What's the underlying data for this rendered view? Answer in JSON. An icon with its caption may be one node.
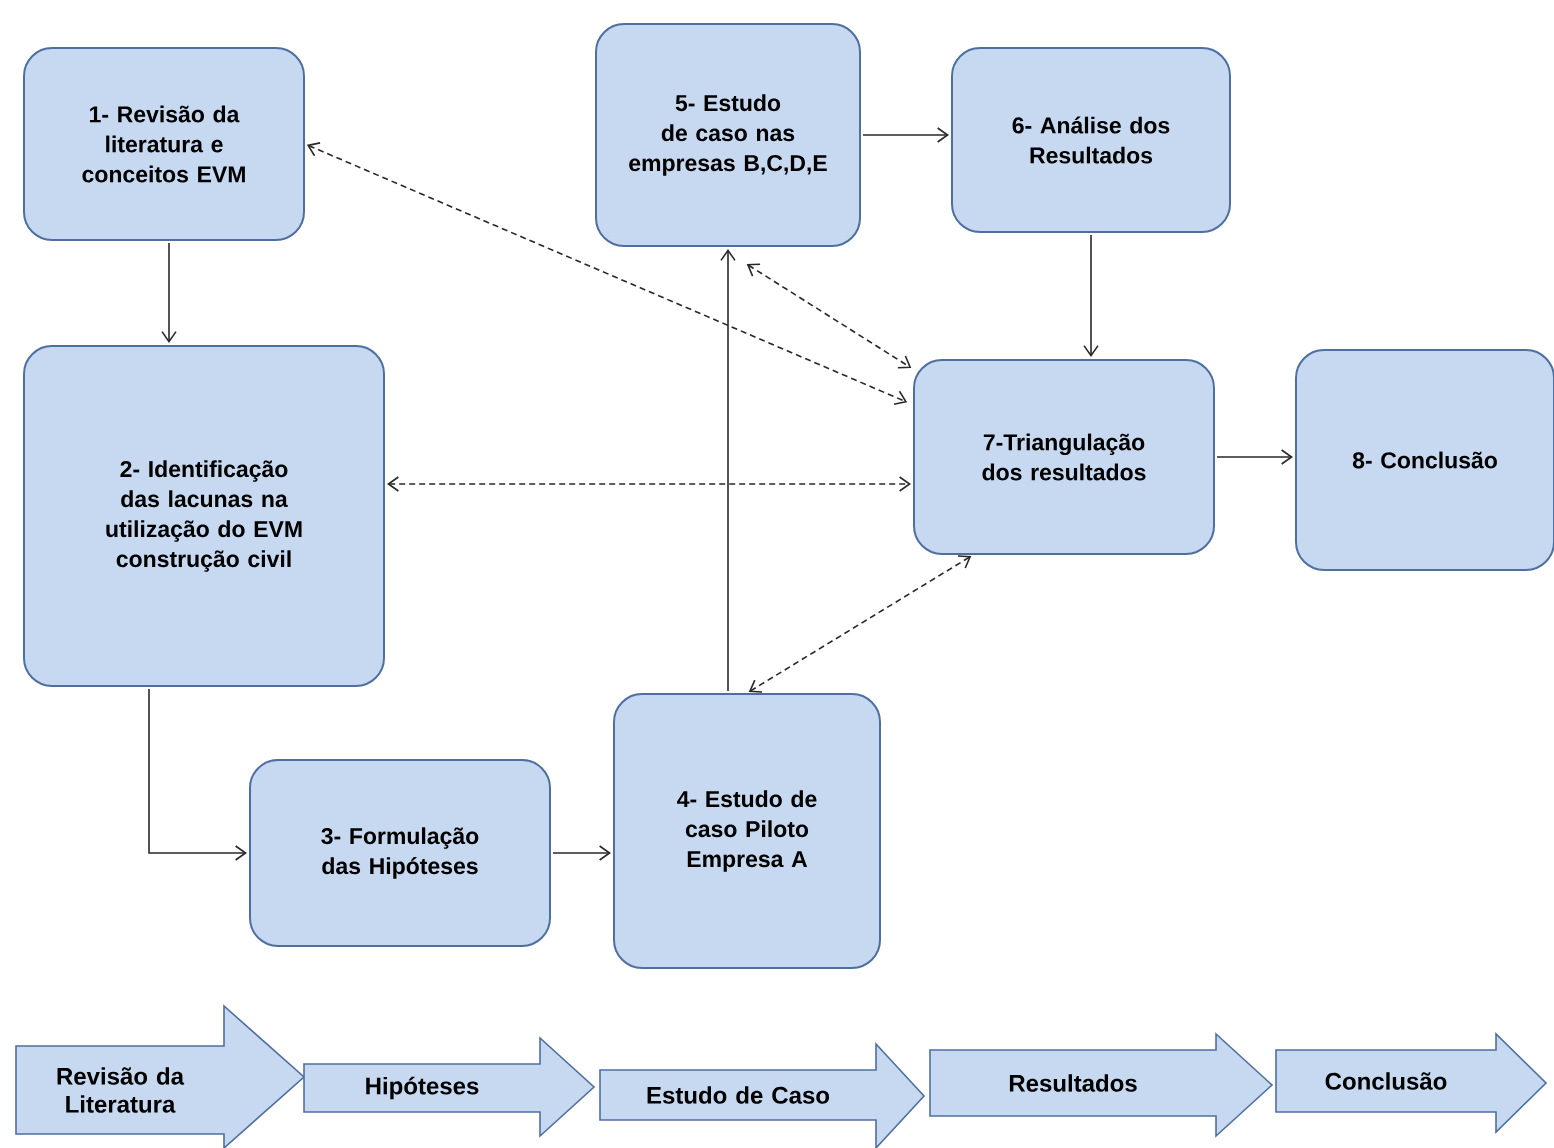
{
  "diagram": {
    "nodes": [
      {
        "text": [
          "1- Revisão da literatura e conceitos EVM"
        ]
      },
      {
        "text": [
          "2- Identificação das lacunas na utilização do EVM construção civil"
        ]
      },
      {
        "text": [
          "3- Formulação das Hipóteses"
        ]
      },
      {
        "text": [
          "4- Estudo de caso Piloto Empresa A"
        ]
      },
      {
        "text": [
          "5- Estudo de caso nas empresas B,C,D,E"
        ]
      },
      {
        "text": [
          "6- Análise dos Resultados"
        ]
      },
      {
        "text": [
          "7-Triangulação dos resultados"
        ]
      },
      {
        "text": [
          "8- Conclusão"
        ]
      },
      {
        "text": [
          "Revisão da Literatura"
        ]
      },
      {
        "text": [
          "Hipóteses"
        ]
      },
      {
        "text": [
          "Estudo de Caso"
        ]
      },
      {
        "text": [
          "Resultados"
        ]
      },
      {
        "text": [
          "Conclusão"
        ]
      }
    ],
    "edges": [
      {
        "from": 0,
        "to": 1,
        "arrow": "to"
      },
      {
        "from": 1,
        "to": 2,
        "arrow": "to"
      },
      {
        "from": 2,
        "to": 3,
        "arrow": "to"
      },
      {
        "from": 3,
        "to": 4,
        "arrow": "to"
      },
      {
        "from": 4,
        "to": 5,
        "arrow": "to"
      },
      {
        "from": 5,
        "to": 6,
        "arrow": "to"
      },
      {
        "from": 6,
        "to": 7,
        "arrow": "to"
      },
      {
        "from": 0,
        "to": 6,
        "arrow": "both",
        "style": "dashed"
      },
      {
        "from": 1,
        "to": 6,
        "arrow": "both",
        "style": "dashed"
      },
      {
        "from": 4,
        "to": 6,
        "arrow": "both",
        "style": "dashed"
      },
      {
        "from": 3,
        "to": 6,
        "arrow": "both",
        "style": "dashed"
      }
    ]
  }
}
